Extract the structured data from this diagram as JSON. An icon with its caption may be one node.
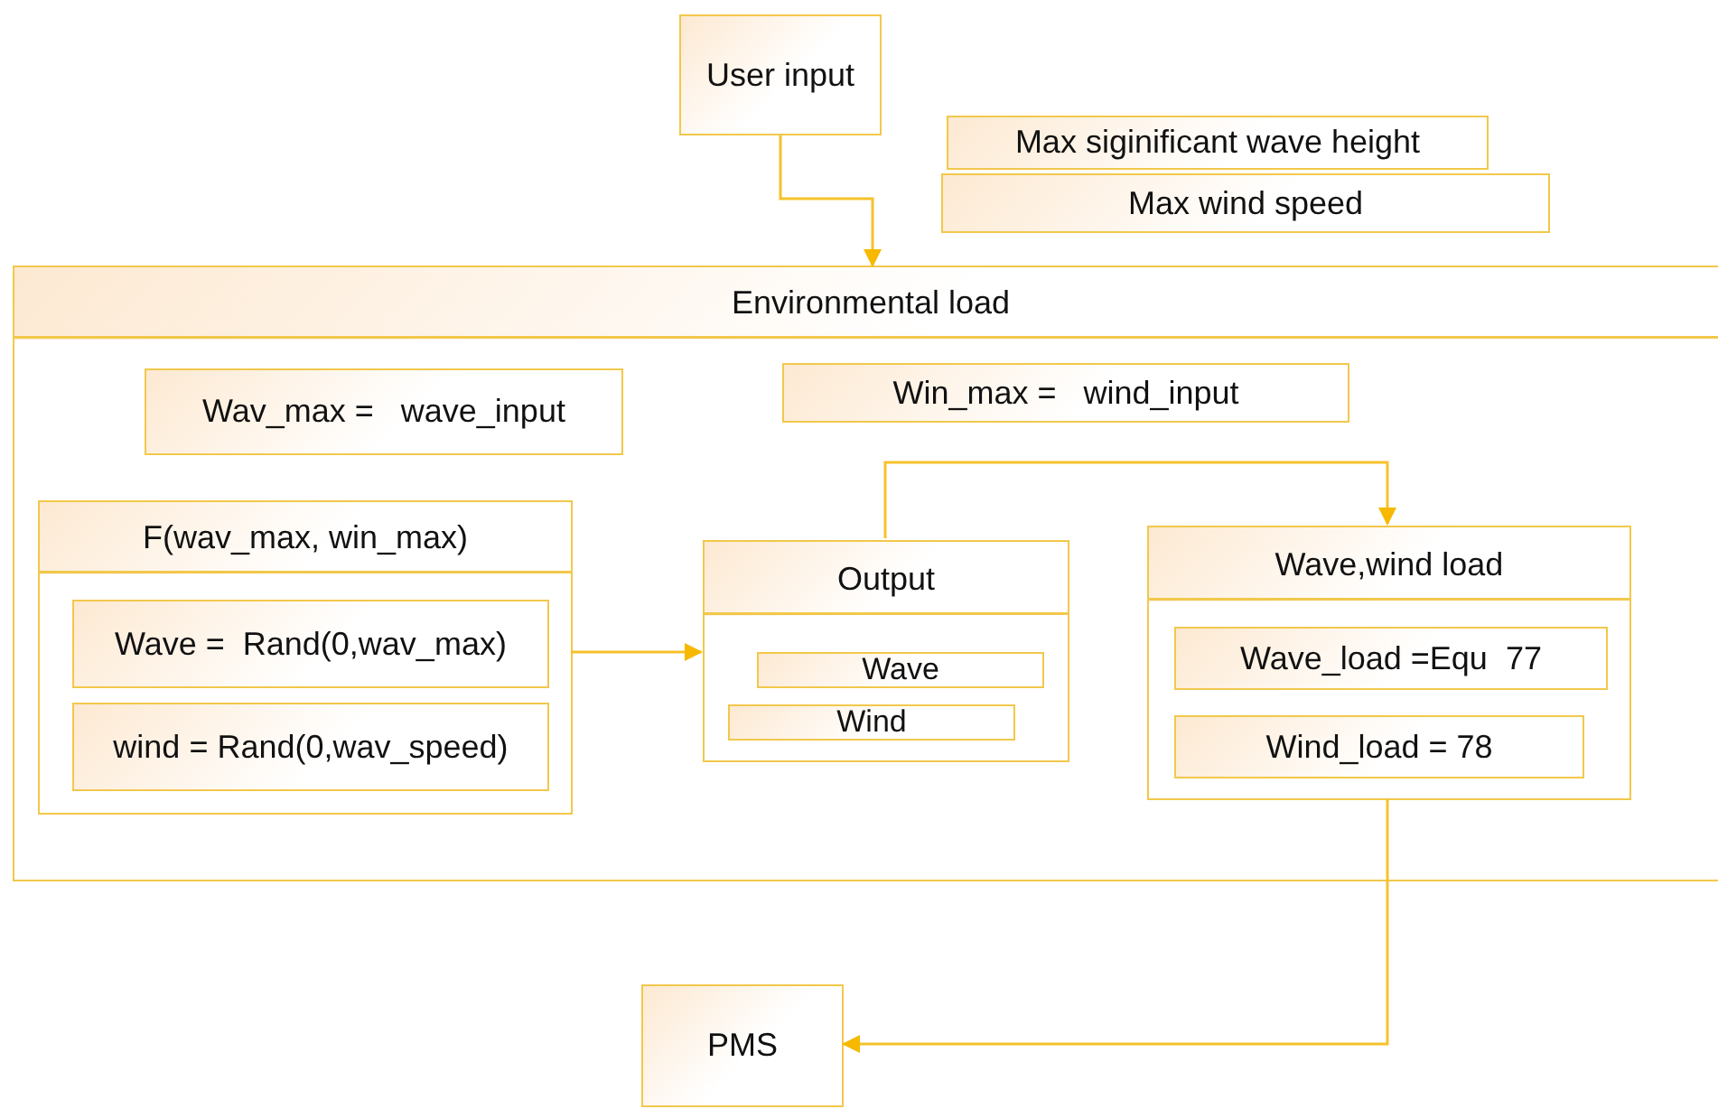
{
  "diagram": {
    "nodes": [
      {
        "text": [
          "User input"
        ]
      },
      {
        "text": [
          "Max siginificant wave height"
        ]
      },
      {
        "text": [
          "Max wind speed"
        ]
      },
      {
        "text": [
          "Environmental load"
        ]
      },
      {
        "text": [
          "Wav_max =   wave_input"
        ],
        "in": 3
      },
      {
        "text": [
          "Win_max =   wind_input"
        ],
        "in": 3
      },
      {
        "text": [
          "F(wav_max, win_max)"
        ],
        "in": 3
      },
      {
        "text": [
          "Wave =  Rand(0,wav_max)"
        ],
        "in": 6
      },
      {
        "text": [
          "wind = Rand(0,wav_speed)"
        ],
        "in": 6
      },
      {
        "text": [
          "Output"
        ],
        "in": 3
      },
      {
        "text": [
          "Wave"
        ],
        "in": 9
      },
      {
        "text": [
          "Wind"
        ],
        "in": 9
      },
      {
        "text": [
          "Wave,wind load"
        ],
        "in": 3
      },
      {
        "text": [
          "Wave_load =Equ  77"
        ],
        "in": 12
      },
      {
        "text": [
          "Wind_load = 78"
        ],
        "in": 12
      },
      {
        "text": [
          "PMS"
        ]
      }
    ],
    "edges": [
      {
        "from": 0,
        "to": 3,
        "arrow": "to"
      },
      {
        "from": 6,
        "to": 9,
        "arrow": "to"
      },
      {
        "from": 9,
        "to": 12,
        "arrow": "to"
      },
      {
        "from": 12,
        "to": 15,
        "arrow": "to"
      }
    ]
  }
}
